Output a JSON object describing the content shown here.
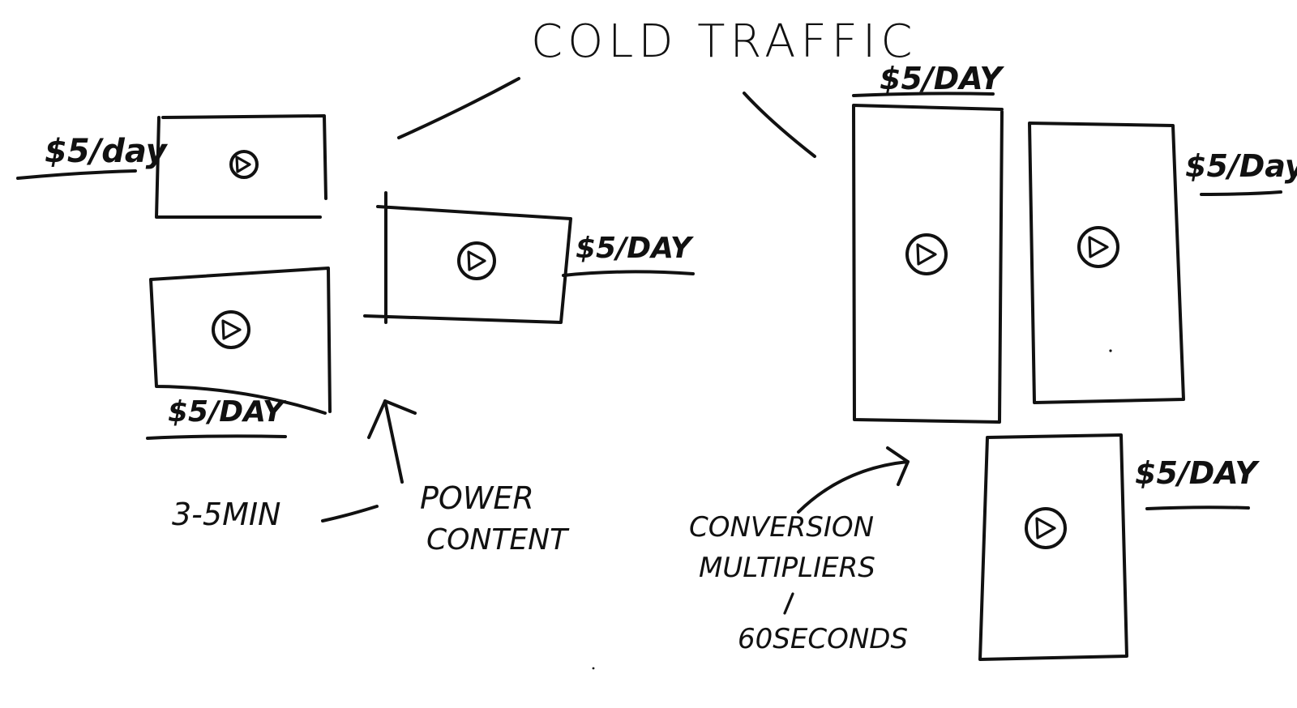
{
  "title": "COLD TRAFFIC",
  "budget_label_lower": "$5/day",
  "budget_label_upper": "$5/DAY",
  "budget_label_mixed": "$5/Day",
  "power_content": {
    "line1": "POWER",
    "line2": "CONTENT",
    "duration": "3-5MIN"
  },
  "conversion_multipliers": {
    "line1": "CONVERSION",
    "line2": "MULTIPLIERS",
    "duration": "60SECONDS"
  },
  "play_icon": "play-icon"
}
